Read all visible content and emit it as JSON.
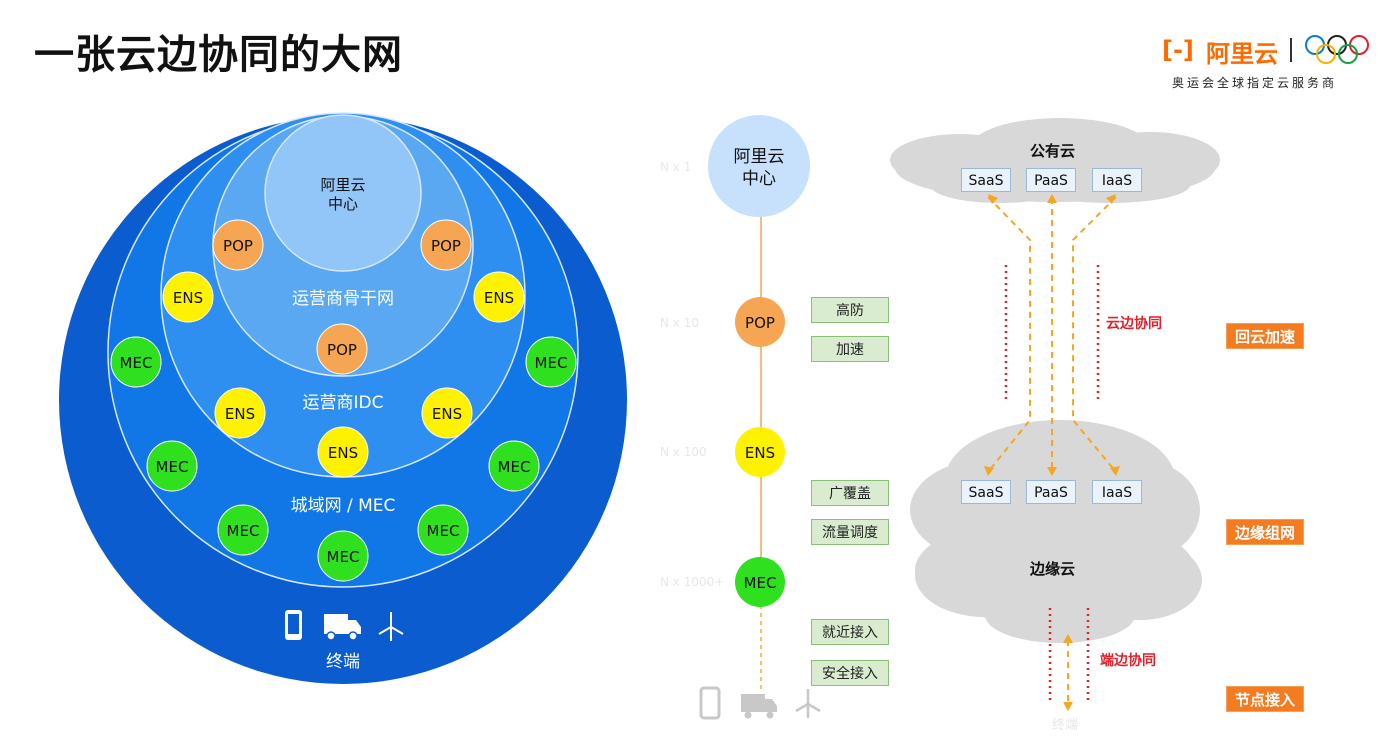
{
  "title": "一张云边协同的大网",
  "brand": {
    "name": "阿里云",
    "bracket": "[-]",
    "subtitle": "奥运会全球指定云服务商"
  },
  "circles": {
    "center": "阿里云\n中心",
    "center_line1": "阿里云",
    "center_line2": "中心",
    "backbone": "运营商骨干网",
    "idc": "运营商IDC",
    "metro": "城域网 / MEC",
    "terminal": "终端"
  },
  "nodes": {
    "pop": "POP",
    "ens": "ENS",
    "mec": "MEC"
  },
  "chain": {
    "center_line1": "阿里云",
    "center_line2": "中心",
    "pop": "POP",
    "ens": "ENS",
    "mec": "MEC",
    "ghost": [
      "N x 1",
      "N x 10",
      "N x 100",
      "N x 1000+"
    ]
  },
  "tags": [
    "高防",
    "加速",
    "广覆盖",
    "流量调度",
    "就近接入",
    "安全接入"
  ],
  "clouds": {
    "public": "公有云",
    "edge": "边缘云",
    "services": [
      "SaaS",
      "PaaS",
      "IaaS"
    ],
    "services_edge": [
      "SaaS",
      "PaaS",
      "IaaS"
    ]
  },
  "labels": {
    "cloud_edge": "云边协同",
    "device_edge": "端边协同",
    "terminal_ghost": "终端"
  },
  "side": [
    "回云加速",
    "边缘组网",
    "节点接入"
  ],
  "colors": {
    "outer": "#0a5ccf",
    "ring2": "#1277e6",
    "ring3": "#2f8ff0",
    "ring4": "#5aa8f2",
    "center": "#93c6f8",
    "pop": "#f6a653",
    "ens": "#fff200",
    "mec": "#2ee01e",
    "orange": "#f47b20",
    "red": "#e0202a"
  }
}
